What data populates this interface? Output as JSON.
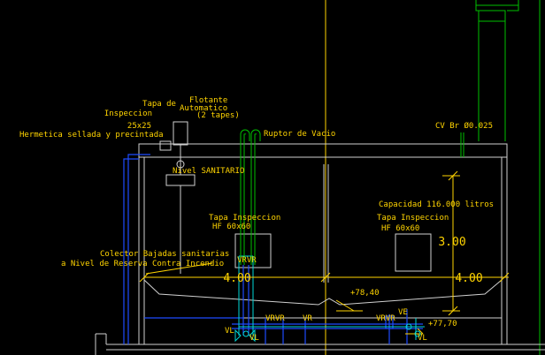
{
  "labels": {
    "tapa_inspeccion_top": [
      "Tapa de",
      "Inspeccion",
      "25x25",
      "Hermetica sellada y precintada"
    ],
    "flotante": [
      "Flotante",
      "Automatico",
      "(2 tapes)"
    ],
    "ruptor": "Ruptor de Vacio",
    "cv": "CV Br Ø0.025",
    "nivel_sanitario": "Nivel SANITARIO",
    "capacidad": "Capacidad 116.000 litros",
    "tapa_left": [
      "Tapa Inspeccion",
      "HF 60x60"
    ],
    "tapa_right": [
      "Tapa Inspeccion",
      "HF 60x60"
    ],
    "colector": [
      "Colector Bajadas sanitarias",
      "a Nivel de Reserva Contra Incendio"
    ],
    "dim_left": "4.00",
    "dim_right": "4.00",
    "dim_height": "3.00",
    "level_1": "+78,40",
    "level_2": "+77,70",
    "valves": {
      "vrvr_1": "VRVR",
      "vrvr_2": "VRVR",
      "vr_1": "VR",
      "vrvr_3": "VRVR",
      "ve": "VE",
      "vl_1": "VL",
      "vl_2": "VL",
      "vl_3": "VL"
    }
  },
  "colors": {
    "background": "#000000",
    "tank_outline": "#d0d0d0",
    "yellow": "#ffd400",
    "green": "#00c000",
    "blue": "#1e4bff",
    "cyan": "#00d8d8"
  }
}
